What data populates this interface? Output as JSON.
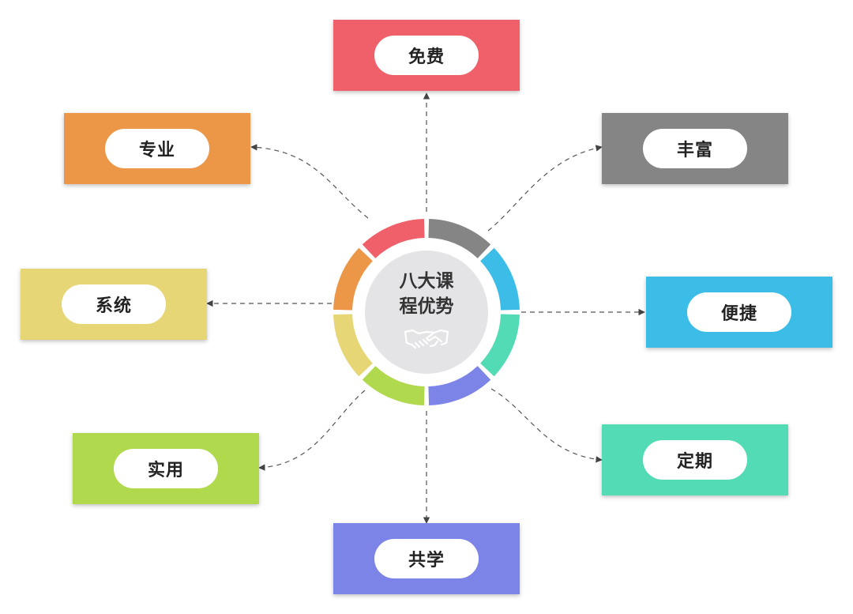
{
  "hub": {
    "title_line1": "八大课",
    "title_line2": "程优势",
    "icon": "handshake-icon"
  },
  "nodes": [
    {
      "id": "free",
      "label": "免费",
      "color": "#f0606a"
    },
    {
      "id": "rich",
      "label": "丰富",
      "color": "#858585"
    },
    {
      "id": "convenient",
      "label": "便捷",
      "color": "#3cbde8"
    },
    {
      "id": "regular",
      "label": "定期",
      "color": "#53dbb6"
    },
    {
      "id": "shared",
      "label": "共学",
      "color": "#7c84e8"
    },
    {
      "id": "practical",
      "label": "实用",
      "color": "#b1d94e"
    },
    {
      "id": "systematic",
      "label": "系统",
      "color": "#e6d675"
    },
    {
      "id": "professional",
      "label": "专业",
      "color": "#ec9648"
    }
  ],
  "ring_colors": [
    "#f0606a",
    "#858585",
    "#3cbde8",
    "#53dbb6",
    "#7c84e8",
    "#b1d94e",
    "#e6d675",
    "#ec9648"
  ]
}
